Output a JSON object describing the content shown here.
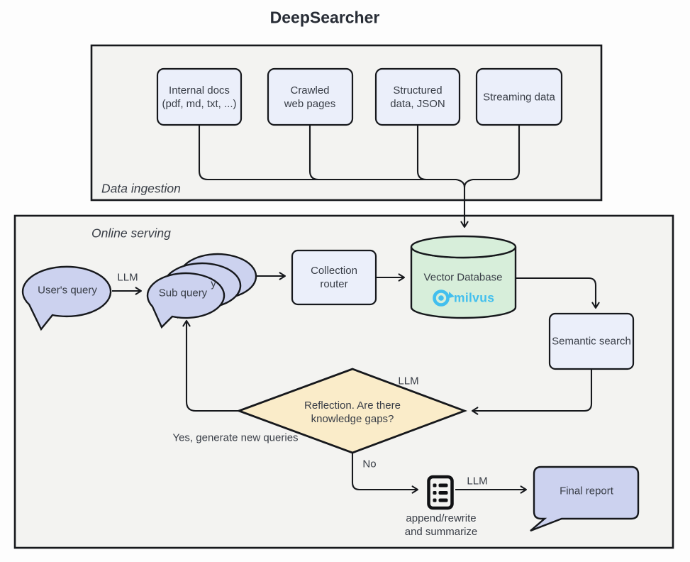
{
  "title": "DeepSearcher",
  "colors": {
    "page_bg": "#fdfdfd",
    "panel_fill": "#f3f3f1",
    "node_fill": "#ebeffa",
    "bubble_fill": "#ccd2ef",
    "cylinder_fill": "#d7eeda",
    "diamond_fill": "#faecc9",
    "stroke": "#16181c",
    "text": "#383d46",
    "title_color": "#272c35",
    "milvus_blue": "#42bfee",
    "icon_black": "#101114"
  },
  "icons": {
    "milvus_eye": "eye-icon",
    "append_notes": "list-notes-icon",
    "arrowheads": "open-v-arrow"
  },
  "data_ingestion": {
    "label": "Data ingestion",
    "sources": [
      {
        "line1": "Internal docs",
        "line2": "(pdf, md, txt, ...)"
      },
      {
        "line1": "Crawled",
        "line2": "web pages"
      },
      {
        "line1": "Structured",
        "line2": "data, JSON"
      },
      {
        "line1": "Streaming data",
        "line2": ""
      }
    ]
  },
  "online_serving": {
    "label": "Online serving",
    "user_query": "User's query",
    "llm_label_1": "LLM",
    "sub_query": "Sub query",
    "sub_query_peek": "y",
    "collection_router": {
      "line1": "Collection",
      "line2": "router"
    },
    "vector_database": "Vector Database",
    "milvus_wordmark": "milvus",
    "semantic_search": "Semantic search",
    "reflection": {
      "line1": "Reflection. Are there",
      "line2": "knowledge gaps?"
    },
    "llm_label_2": "LLM",
    "yes_label": "Yes, generate new queries",
    "no_label": "No",
    "append_note": {
      "line1": "append/rewrite",
      "line2": "and summarize"
    },
    "llm_label_3": "LLM",
    "final_report": "Final report"
  }
}
